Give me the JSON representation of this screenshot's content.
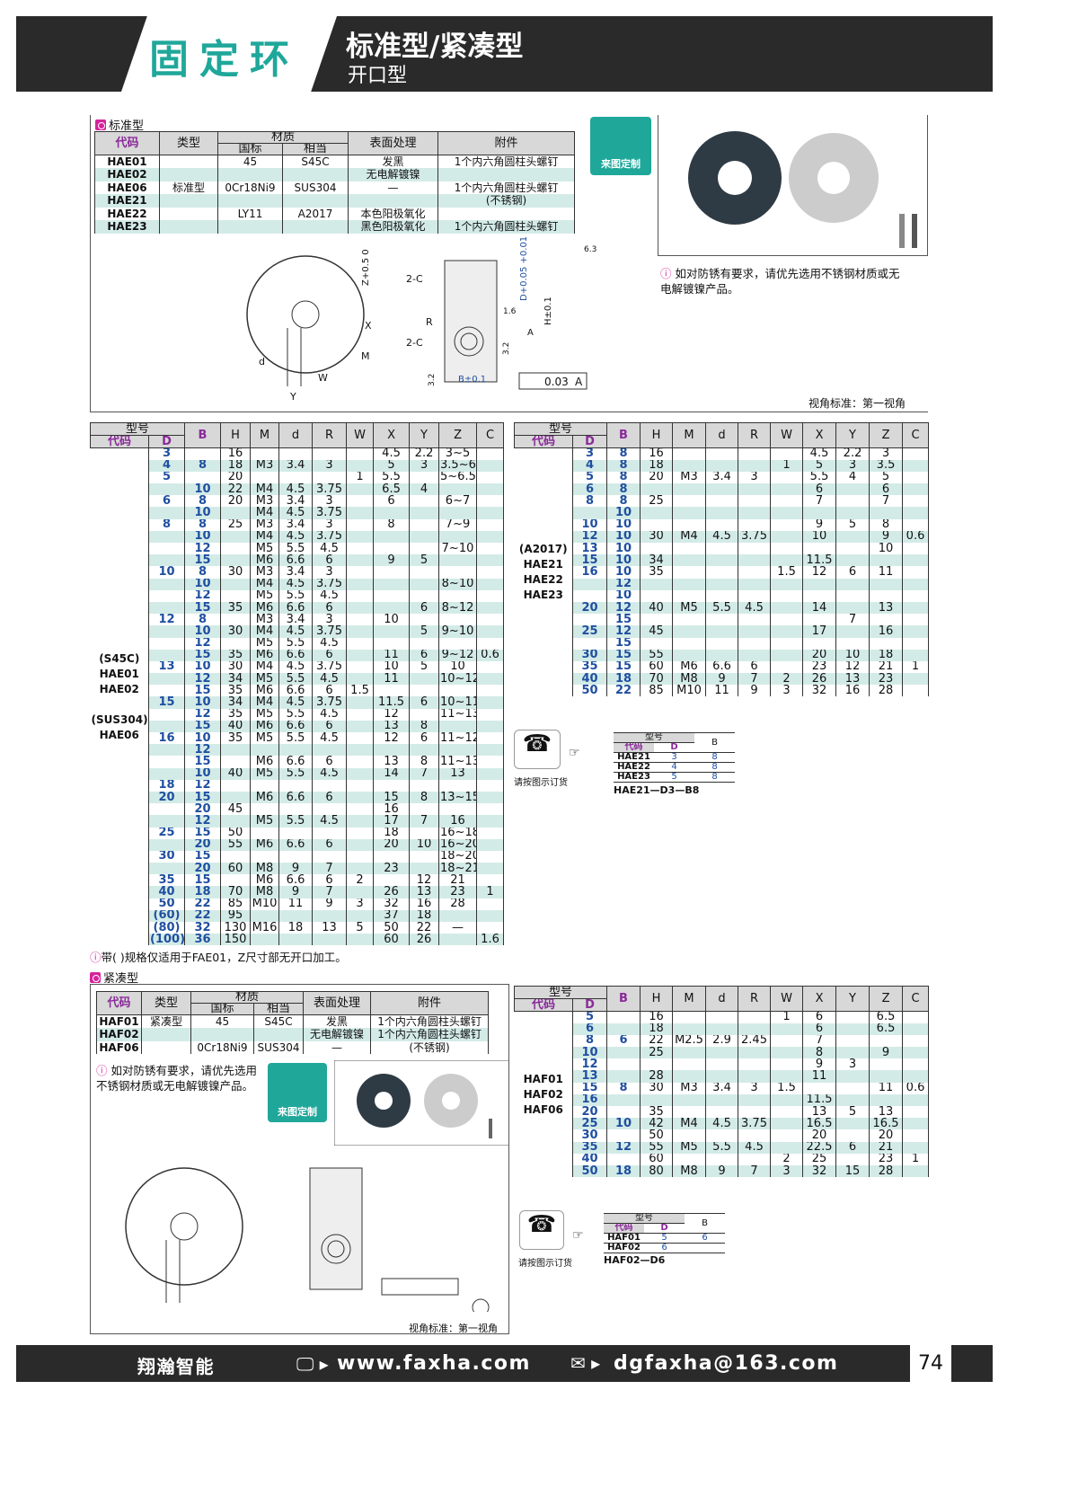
{
  "header": {
    "title": "固定环",
    "subtitle": "标准型/紧凑型",
    "subtitle2": "开口型"
  },
  "standard": {
    "section": "标准型",
    "spec_headers": {
      "code": "代码",
      "type": "类型",
      "material": "材质",
      "gb": "国标",
      "equiv": "相当",
      "surface": "表面处理",
      "accessory": "附件"
    },
    "spec_rows": [
      {
        "code": "HAE01",
        "type": "",
        "gb": "45",
        "equiv": "S45C",
        "surface": "发黑",
        "acc": "1个内六角圆柱头螺钉"
      },
      {
        "code": "HAE02",
        "type": "",
        "gb": "",
        "equiv": "",
        "surface": "无电解镀镍",
        "acc": ""
      },
      {
        "code": "HAE06",
        "type": "标准型",
        "gb": "0Cr18Ni9",
        "equiv": "SUS304",
        "surface": "—",
        "acc": "1个内六角圆柱头螺钉"
      },
      {
        "code": "HAE21",
        "type": "",
        "gb": "",
        "equiv": "",
        "surface": "",
        "acc": "(不锈钢)"
      },
      {
        "code": "HAE22",
        "type": "",
        "gb": "LY11",
        "equiv": "A2017",
        "surface": "本色阳极氧化",
        "acc": ""
      },
      {
        "code": "HAE23",
        "type": "",
        "gb": "",
        "equiv": "",
        "surface": "黑色阳极氧化",
        "acc": "1个内六角圆柱头螺钉"
      }
    ],
    "custom_button": "来图定制",
    "note": "如对防锈有要求，请优先选用不锈钢材质或无电解镀镍产品。",
    "roughness": "6.3",
    "view_standard": "视角标准：第一视角",
    "drawing_labels": [
      "Z+0.5 0",
      "X",
      "d",
      "M",
      "W",
      "Y",
      "2-C",
      "R",
      "2-C",
      "D+0.05 +0.01",
      "1.6",
      "A",
      "H±0.1",
      "3.2",
      "3.2",
      "B±0.1",
      "0.03",
      "A"
    ]
  },
  "table_headers": {
    "model": "型号",
    "code": "代码",
    "cols": [
      "D",
      "B",
      "H",
      "M",
      "d",
      "R",
      "W",
      "X",
      "Y",
      "Z",
      "C"
    ]
  },
  "table_left": {
    "code_label": "(S45C)\nHAE01\nHAE02\n\n(SUS304)\nHAE06",
    "rows": [
      [
        "3",
        "",
        "16",
        "",
        "",
        "",
        "",
        "4.5",
        "2.2",
        "3~5",
        ""
      ],
      [
        "4",
        "8",
        "18",
        "M3",
        "3.4",
        "3",
        "",
        "5",
        "3",
        "3.5~6",
        ""
      ],
      [
        "5",
        "",
        "20",
        "",
        "",
        "",
        "1",
        "5.5",
        "",
        "5~6.5",
        ""
      ],
      [
        "",
        "10",
        "22",
        "M4",
        "4.5",
        "3.75",
        "",
        "6.5",
        "4",
        "",
        ""
      ],
      [
        "6",
        "8",
        "20",
        "M3",
        "3.4",
        "3",
        "",
        "6",
        "",
        "6~7",
        ""
      ],
      [
        "",
        "10",
        "",
        "M4",
        "4.5",
        "3.75",
        "",
        "",
        "",
        "",
        ""
      ],
      [
        "8",
        "8",
        "25",
        "M3",
        "3.4",
        "3",
        "",
        "8",
        "",
        "7~9",
        ""
      ],
      [
        "",
        "10",
        "",
        "M4",
        "4.5",
        "3.75",
        "",
        "",
        "",
        "",
        ""
      ],
      [
        "",
        "12",
        "",
        "M5",
        "5.5",
        "4.5",
        "",
        "",
        "",
        "7~10",
        ""
      ],
      [
        "",
        "15",
        "",
        "M6",
        "6.6",
        "6",
        "",
        "9",
        "5",
        "",
        ""
      ],
      [
        "10",
        "8",
        "30",
        "M3",
        "3.4",
        "3",
        "",
        "",
        "",
        "",
        ""
      ],
      [
        "",
        "10",
        "",
        "M4",
        "4.5",
        "3.75",
        "",
        "",
        "",
        "8~10",
        ""
      ],
      [
        "",
        "12",
        "",
        "M5",
        "5.5",
        "4.5",
        "",
        "",
        "",
        "",
        ""
      ],
      [
        "",
        "15",
        "35",
        "M6",
        "6.6",
        "6",
        "",
        "",
        "6",
        "8~12",
        ""
      ],
      [
        "12",
        "8",
        "",
        "M3",
        "3.4",
        "3",
        "",
        "10",
        "",
        "",
        ""
      ],
      [
        "",
        "10",
        "30",
        "M4",
        "4.5",
        "3.75",
        "",
        "",
        "5",
        "9~10",
        ""
      ],
      [
        "",
        "12",
        "",
        "M5",
        "5.5",
        "4.5",
        "",
        "",
        "",
        "",
        ""
      ],
      [
        "",
        "15",
        "35",
        "M6",
        "6.6",
        "6",
        "",
        "11",
        "6",
        "9~12",
        "0.6"
      ],
      [
        "13",
        "10",
        "30",
        "M4",
        "4.5",
        "3.75",
        "",
        "10",
        "5",
        "10",
        ""
      ],
      [
        "",
        "12",
        "34",
        "M5",
        "5.5",
        "4.5",
        "",
        "11",
        "",
        "10~12",
        ""
      ],
      [
        "",
        "15",
        "35",
        "M6",
        "6.6",
        "6",
        "1.5",
        "",
        "",
        "",
        ""
      ],
      [
        "15",
        "10",
        "34",
        "M4",
        "4.5",
        "3.75",
        "",
        "11.5",
        "6",
        "10~11",
        ""
      ],
      [
        "",
        "12",
        "35",
        "M5",
        "5.5",
        "4.5",
        "",
        "12",
        "",
        "11~13",
        ""
      ],
      [
        "",
        "15",
        "40",
        "M6",
        "6.6",
        "6",
        "",
        "13",
        "8",
        "",
        ""
      ],
      [
        "16",
        "10",
        "35",
        "M5",
        "5.5",
        "4.5",
        "",
        "12",
        "6",
        "11~12",
        ""
      ],
      [
        "",
        "12",
        "",
        "",
        "",
        "",
        "",
        "",
        "",
        "",
        ""
      ],
      [
        "",
        "15",
        "",
        "M6",
        "6.6",
        "6",
        "",
        "13",
        "8",
        "11~13",
        ""
      ],
      [
        "",
        "10",
        "40",
        "M5",
        "5.5",
        "4.5",
        "",
        "14",
        "7",
        "13",
        ""
      ],
      [
        "18",
        "12",
        "",
        "",
        "",
        "",
        "",
        "",
        "",
        "",
        ""
      ],
      [
        "20",
        "15",
        "",
        "M6",
        "6.6",
        "6",
        "",
        "15",
        "8",
        "13~15",
        ""
      ],
      [
        "",
        "20",
        "45",
        "",
        "",
        "",
        "",
        "16",
        "",
        "",
        ""
      ],
      [
        "",
        "12",
        "",
        "M5",
        "5.5",
        "4.5",
        "",
        "17",
        "7",
        "16",
        ""
      ],
      [
        "25",
        "15",
        "50",
        "",
        "",
        "",
        "",
        "18",
        "",
        "16~18",
        ""
      ],
      [
        "",
        "20",
        "55",
        "M6",
        "6.6",
        "6",
        "",
        "20",
        "10",
        "16~20",
        ""
      ],
      [
        "30",
        "15",
        "",
        "",
        "",
        "",
        "",
        "",
        "",
        "18~20",
        ""
      ],
      [
        "",
        "20",
        "60",
        "M8",
        "9",
        "7",
        "",
        "23",
        "",
        "18~21",
        ""
      ],
      [
        "35",
        "15",
        "",
        "M6",
        "6.6",
        "6",
        "2",
        "",
        "12",
        "21",
        ""
      ],
      [
        "40",
        "18",
        "70",
        "M8",
        "9",
        "7",
        "",
        "26",
        "13",
        "23",
        "1"
      ],
      [
        "50",
        "22",
        "85",
        "M10",
        "11",
        "9",
        "3",
        "32",
        "16",
        "28",
        ""
      ],
      [
        "(60)",
        "22",
        "95",
        "",
        "",
        "",
        "",
        "37",
        "18",
        "",
        ""
      ],
      [
        "(80)",
        "32",
        "130",
        "M16",
        "18",
        "13",
        "5",
        "50",
        "22",
        "—",
        ""
      ],
      [
        "(100)",
        "36",
        "150",
        "",
        "",
        "",
        "",
        "60",
        "26",
        "",
        "1.6"
      ]
    ]
  },
  "table_right": {
    "code_label": "(A2017)\nHAE21\nHAE22\nHAE23",
    "rows": [
      [
        "3",
        "8",
        "16",
        "",
        "",
        "",
        "",
        "4.5",
        "2.2",
        "3",
        ""
      ],
      [
        "4",
        "8",
        "18",
        "",
        "",
        "",
        "1",
        "5",
        "3",
        "3.5",
        ""
      ],
      [
        "5",
        "8",
        "20",
        "M3",
        "3.4",
        "3",
        "",
        "5.5",
        "4",
        "5",
        ""
      ],
      [
        "6",
        "8",
        "",
        "",
        "",
        "",
        "",
        "6",
        "",
        "6",
        ""
      ],
      [
        "8",
        "8",
        "25",
        "",
        "",
        "",
        "",
        "7",
        "",
        "7",
        ""
      ],
      [
        "",
        "10",
        "",
        "",
        "",
        "",
        "",
        "",
        "",
        "",
        ""
      ],
      [
        "10",
        "10",
        "",
        "",
        "",
        "",
        "",
        "9",
        "5",
        "8",
        ""
      ],
      [
        "12",
        "10",
        "30",
        "M4",
        "4.5",
        "3.75",
        "",
        "10",
        "",
        "9",
        "0.6"
      ],
      [
        "13",
        "10",
        "",
        "",
        "",
        "",
        "",
        "",
        "",
        "10",
        ""
      ],
      [
        "15",
        "10",
        "34",
        "",
        "",
        "",
        "",
        "11.5",
        "",
        "",
        ""
      ],
      [
        "16",
        "10",
        "35",
        "",
        "",
        "",
        "1.5",
        "12",
        "6",
        "11",
        ""
      ],
      [
        "",
        "12",
        "",
        "",
        "",
        "",
        "",
        "",
        "",
        "",
        ""
      ],
      [
        "",
        "10",
        "",
        "",
        "",
        "",
        "",
        "",
        "",
        "",
        ""
      ],
      [
        "20",
        "12",
        "40",
        "M5",
        "5.5",
        "4.5",
        "",
        "14",
        "",
        "13",
        ""
      ],
      [
        "",
        "15",
        "",
        "",
        "",
        "",
        "",
        "",
        "7",
        "",
        ""
      ],
      [
        "25",
        "12",
        "45",
        "",
        "",
        "",
        "",
        "17",
        "",
        "16",
        ""
      ],
      [
        "",
        "15",
        "",
        "",
        "",
        "",
        "",
        "",
        "",
        "",
        ""
      ],
      [
        "30",
        "15",
        "55",
        "",
        "",
        "",
        "",
        "20",
        "10",
        "18",
        ""
      ],
      [
        "35",
        "15",
        "60",
        "M6",
        "6.6",
        "6",
        "",
        "23",
        "12",
        "21",
        "1"
      ],
      [
        "40",
        "18",
        "70",
        "M8",
        "9",
        "7",
        "2",
        "26",
        "13",
        "23",
        ""
      ],
      [
        "50",
        "22",
        "85",
        "M10",
        "11",
        "9",
        "3",
        "32",
        "16",
        "28",
        ""
      ]
    ]
  },
  "order1": {
    "label": "请按图示订货",
    "headers": [
      "型号",
      "代码",
      "D",
      "B"
    ],
    "rows": [
      [
        "HAE21",
        "3",
        "8"
      ],
      [
        "HAE22",
        "4",
        "8"
      ],
      [
        "HAE23",
        "5",
        "8"
      ]
    ],
    "example": "HAE21—D3—B8"
  },
  "left_note": "带( )规格仅适用于FAE01，Z尺寸部无开口加工。",
  "compact": {
    "section": "紧凑型",
    "spec_rows": [
      {
        "code": "HAF01",
        "type": "紧凑型",
        "gb": "45",
        "equiv": "S45C",
        "surface": "发黑",
        "acc": "1个内六角圆柱头螺钉"
      },
      {
        "code": "HAF02",
        "type": "",
        "gb": "",
        "equiv": "",
        "surface": "无电解镀镍",
        "acc": "1个内六角圆柱头螺钉"
      },
      {
        "code": "HAF06",
        "type": "",
        "gb": "0Cr18Ni9",
        "equiv": "SUS304",
        "surface": "—",
        "acc": "(不锈钢)"
      }
    ],
    "note": "如对防锈有要求，请优先选用不锈钢材质或无电解镀镍产品。",
    "custom_button": "来图定制",
    "view_standard": "视角标准：第一视角"
  },
  "table_bottom": {
    "code_label": "HAF01\nHAF02\nHAF06",
    "rows": [
      [
        "5",
        "",
        "16",
        "",
        "",
        "",
        "1",
        "6",
        "",
        "6.5",
        ""
      ],
      [
        "6",
        "",
        "18",
        "",
        "",
        "",
        "",
        "6",
        "",
        "6.5",
        ""
      ],
      [
        "8",
        "6",
        "22",
        "M2.5",
        "2.9",
        "2.45",
        "",
        "7",
        "",
        "",
        ""
      ],
      [
        "10",
        "",
        "25",
        "",
        "",
        "",
        "",
        "8",
        "",
        "9",
        ""
      ],
      [
        "12",
        "",
        "",
        "",
        "",
        "",
        "",
        "9",
        "3",
        "",
        ""
      ],
      [
        "13",
        "",
        "28",
        "",
        "",
        "",
        "",
        "11",
        "",
        "",
        ""
      ],
      [
        "15",
        "8",
        "30",
        "M3",
        "3.4",
        "3",
        "1.5",
        "",
        "",
        "11",
        "0.6"
      ],
      [
        "16",
        "",
        "",
        "",
        "",
        "",
        "",
        "11.5",
        "",
        "",
        ""
      ],
      [
        "20",
        "",
        "35",
        "",
        "",
        "",
        "",
        "13",
        "5",
        "13",
        ""
      ],
      [
        "25",
        "10",
        "42",
        "M4",
        "4.5",
        "3.75",
        "",
        "16.5",
        "",
        "16.5",
        ""
      ],
      [
        "30",
        "",
        "50",
        "",
        "",
        "",
        "",
        "20",
        "",
        "20",
        ""
      ],
      [
        "35",
        "12",
        "55",
        "M5",
        "5.5",
        "4.5",
        "",
        "22.5",
        "6",
        "21",
        ""
      ],
      [
        "40",
        "",
        "60",
        "",
        "",
        "",
        "2",
        "25",
        "",
        "23",
        "1"
      ],
      [
        "50",
        "18",
        "80",
        "M8",
        "9",
        "7",
        "3",
        "32",
        "15",
        "28",
        ""
      ]
    ]
  },
  "order2": {
    "label": "请按图示订货",
    "headers": [
      "型号",
      "代码",
      "D",
      "B"
    ],
    "rows": [
      [
        "HAF01",
        "5",
        "6"
      ],
      [
        "HAF02",
        "6",
        ""
      ]
    ],
    "example": "HAF02—D6"
  },
  "footer": {
    "brand": "翔瀚智能",
    "website": "www.faxha.com",
    "email": "dgfaxha@163.com",
    "page": "74"
  }
}
